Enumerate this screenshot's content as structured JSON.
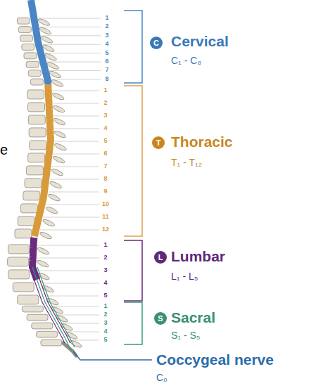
{
  "diagram": {
    "nodes": [
      {
        "text": [
          "C"
        ]
      },
      {
        "text": [
          "T"
        ]
      },
      {
        "text": [
          "L"
        ]
      },
      {
        "text": [
          "S"
        ]
      }
    ],
    "labels": [
      "1",
      "2",
      "3",
      "4",
      "5",
      "6",
      "7",
      "8",
      "Cervical",
      "C₁ - C₈",
      "1",
      "2",
      "3",
      "4",
      "5",
      "6",
      "7",
      "8",
      "9",
      "10",
      "11",
      "12",
      "e",
      "Thoracic",
      "T₁ - T₁₂",
      "1",
      "2",
      "3",
      "4",
      "5",
      "Lumbar",
      "L₁ - L₅",
      "1",
      "2",
      "3",
      "4",
      "5",
      "Sacral",
      "S₁ - S₅",
      "Coccygeal nerve",
      "C₀"
    ]
  }
}
